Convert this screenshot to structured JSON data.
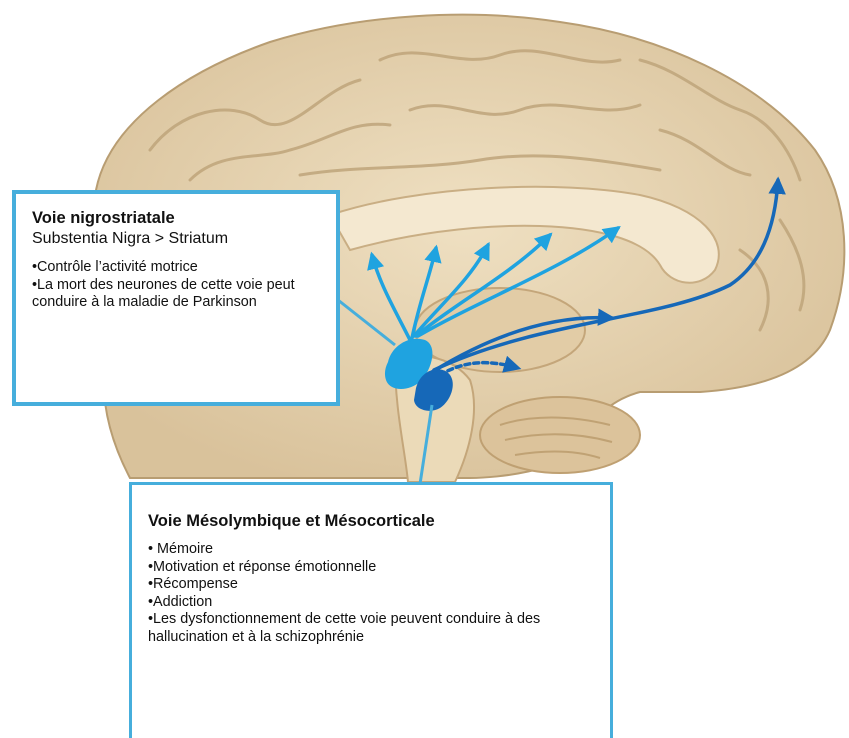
{
  "colors": {
    "nigrostriatal": "#1fa3e0",
    "mesolimbic": "#1668b8",
    "callout_border": "#46aedc",
    "tissue": "#e6d3b1"
  },
  "nigrostriatal": {
    "title": "Voie nigrostriatale",
    "subtitle": "Substentia Nigra > Striatum",
    "points": [
      "•Contrôle l’activité motrice",
      "•La mort des neurones de cette voie peut conduire à la maladie de Parkinson"
    ]
  },
  "mesolimbic": {
    "title": "Voie Mésolymbique et Mésocorticale",
    "points": [
      "• Mémoire",
      "•Motivation et réponse émotionnelle",
      "•Récompense",
      "•Addiction",
      "•Les dysfonctionnement de cette voie peuvent conduire à des hallucination et à la schizophrénie"
    ]
  }
}
